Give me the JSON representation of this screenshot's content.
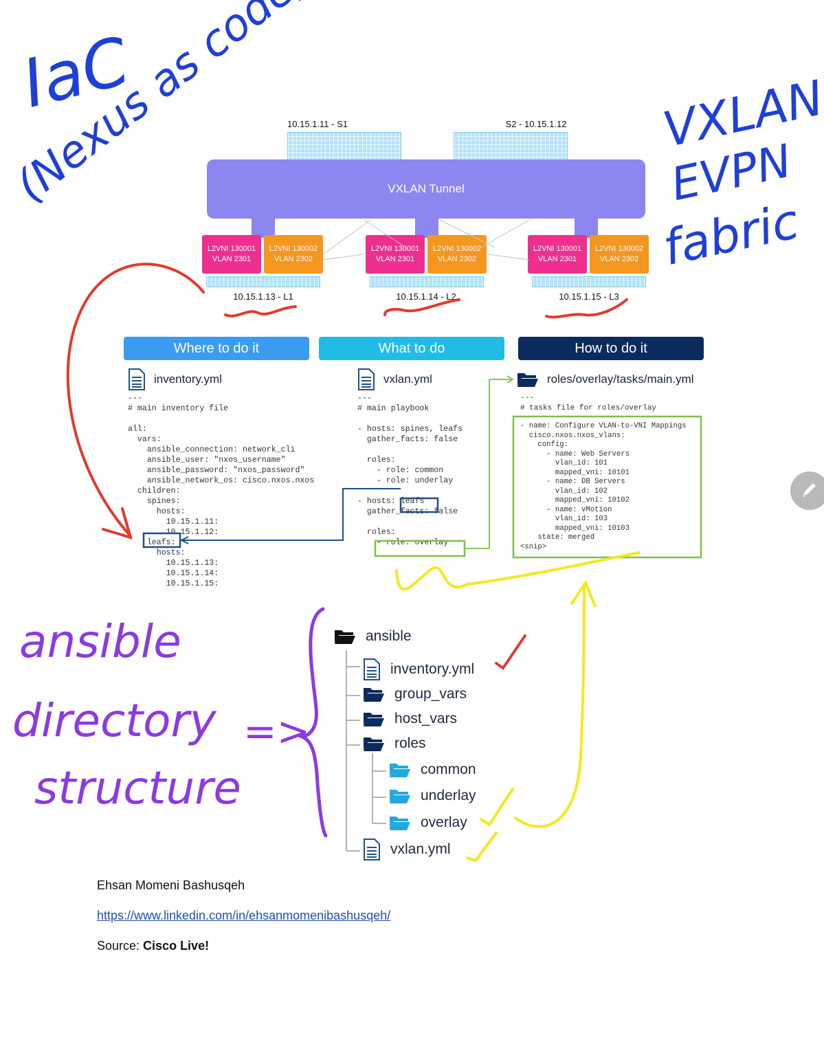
{
  "annotations": {
    "iac_line1": "IaC",
    "iac_line2": "(Nexus as code)",
    "fabric_line1": "VXLAN",
    "fabric_line2": "EVPN",
    "fabric_line3": "fabric",
    "ansible_line1": "ansible",
    "ansible_line2": "directory",
    "ansible_line3": "structure",
    "arrow": "=>"
  },
  "topology": {
    "spine1_label": "10.15.1.11 - S1",
    "spine2_label": "S2 - 10.15.1.12",
    "tunnel_label": "VXLAN Tunnel",
    "leaves": [
      {
        "label": "10.15.1.13 - L1",
        "vni_a": "L2VNI 130001",
        "vlan_a": "VLAN 2301",
        "vni_b": "L2VNI 130002",
        "vlan_b": "VLAN 2302"
      },
      {
        "label": "10.15.1.14 - L2",
        "vni_a": "L2VNI 130001",
        "vlan_a": "VLAN 2301",
        "vni_b": "L2VNI 130002",
        "vlan_b": "VLAN 2302"
      },
      {
        "label": "10.15.1.15 - L3",
        "vni_a": "L2VNI 130001",
        "vlan_a": "VLAN 2301",
        "vni_b": "L2VNI 130002",
        "vlan_b": "VLAN 2302"
      }
    ],
    "colors": {
      "tunnel": "#8b86f0",
      "vni_a": "#ee2f8f",
      "vni_b": "#f5961e",
      "switch": "#b5e3f8"
    }
  },
  "columns": {
    "where": {
      "header": "Where to do it",
      "color": "#3b9bf0",
      "file": "inventory.yml",
      "code": "---\n# main inventory file\n\nall:\n  vars:\n    ansible_connection: network_cli\n    ansible_user: \"nxos_username\"\n    ansible_password: \"nxos_password\"\n    ansible_network_os: cisco.nxos.nxos\n  children:\n    spines:\n      hosts:\n        10.15.1.11:\n        10.15.1.12:\n    leafs:\n      hosts:\n        10.15.1.13:\n        10.15.1.14:\n        10.15.1.15:"
    },
    "what": {
      "header": "What to do",
      "color": "#1fbde6",
      "file": "vxlan.yml",
      "code": "---\n# main playbook\n\n- hosts: spines, leafs\n  gather_facts: false\n\n  roles:\n    - role: common\n    - role: underlay\n\n- hosts: leafs\n  gather_facts: false\n\n  roles:\n    - role: overlay"
    },
    "how": {
      "header": "How to do it",
      "color": "#0b2b5e",
      "file": "roles/overlay/tasks/main.yml",
      "code_head": "---\n# tasks file for roles/overlay",
      "code": "- name: Configure VLAN-to-VNI Mappings\n  cisco.nxos.nxos_vlans:\n    config:\n      - name: Web Servers\n        vlan_id: 101\n        mapped_vni: 10101\n      - name: DB Servers\n        vlan_id: 102\n        mapped_vni: 10102\n      - name: vMotion\n        vlan_id: 103\n        mapped_vni: 10103\n    state: merged\n<snip>"
    }
  },
  "tree": {
    "root": "ansible",
    "items": [
      {
        "label": "inventory.yml",
        "icon": "file-icon"
      },
      {
        "label": "group_vars",
        "icon": "folder-icon"
      },
      {
        "label": "host_vars",
        "icon": "folder-icon"
      },
      {
        "label": "roles",
        "icon": "folder-icon"
      },
      {
        "label": "common",
        "icon": "folder-icon"
      },
      {
        "label": "underlay",
        "icon": "folder-icon"
      },
      {
        "label": "overlay",
        "icon": "folder-icon"
      },
      {
        "label": "vxlan.yml",
        "icon": "file-icon"
      }
    ]
  },
  "footer": {
    "author": "Ehsan Momeni Bashusqeh",
    "link": "https://www.linkedin.com/in/ehsanmomenibashusqeh/",
    "source_label": "Source: ",
    "source_value": "Cisco Live!"
  }
}
